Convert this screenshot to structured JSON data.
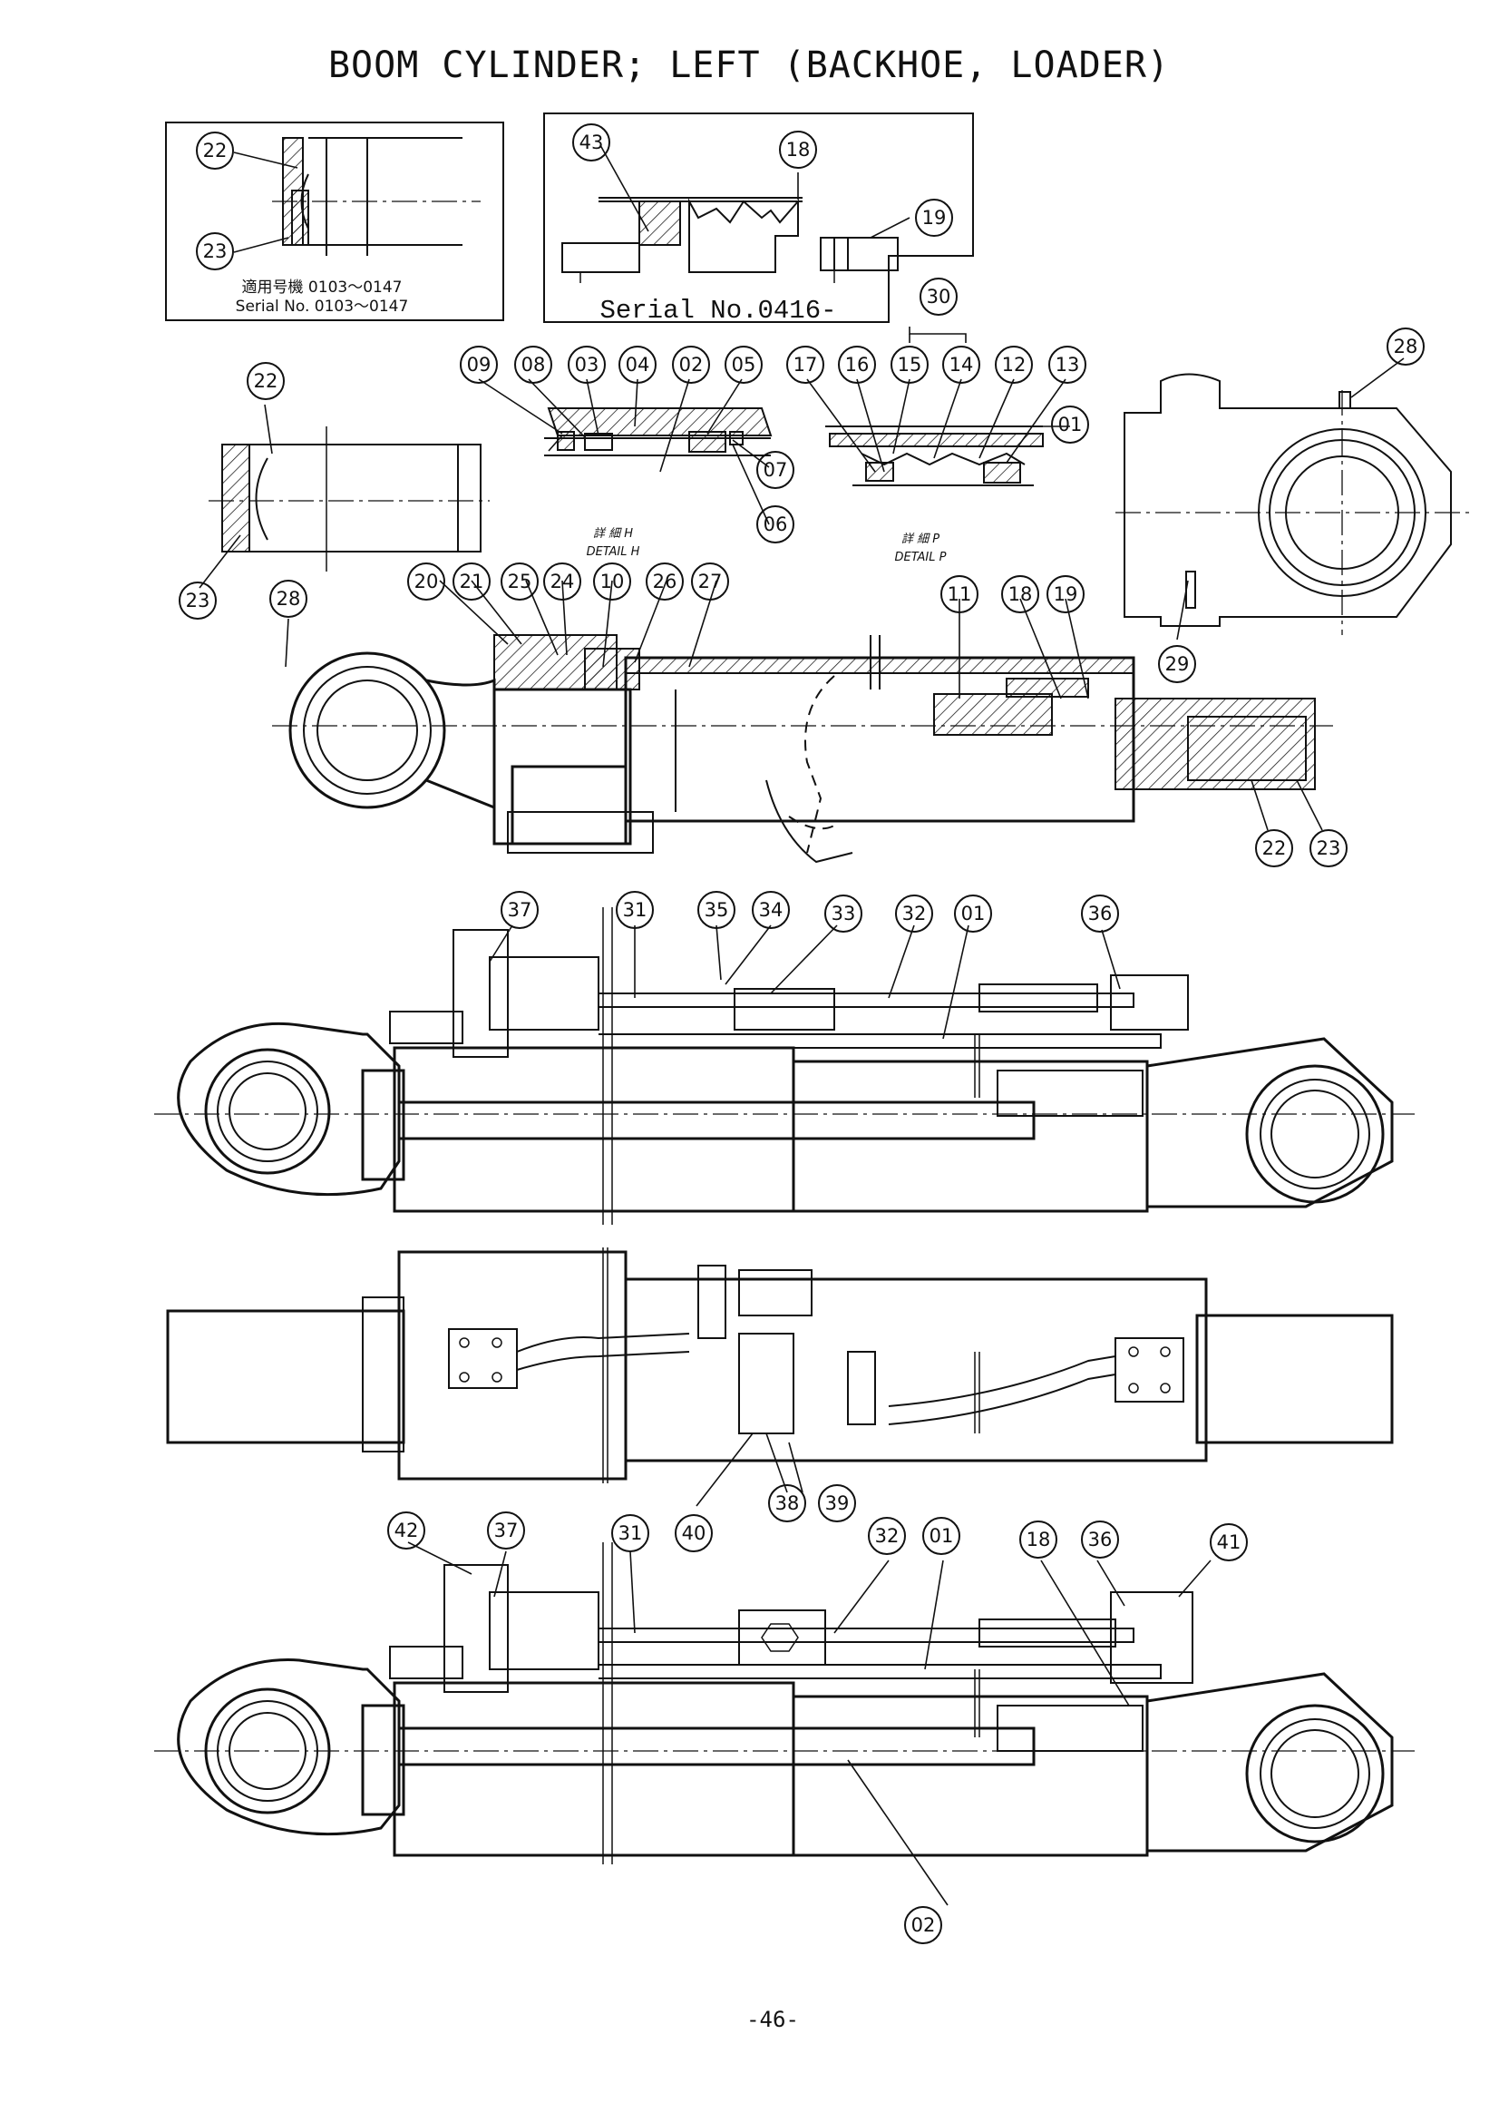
{
  "title": "BOOM CYLINDER; LEFT (BACKHOE, LOADER)",
  "inset_left": {
    "line1": "適用号機  0103～0147",
    "line2": "Serial No. 0103～0147"
  },
  "inset_right": {
    "serial": "Serial No.0416-"
  },
  "detail_h": {
    "jp": "詳 細  H",
    "en": "DETAIL  H"
  },
  "detail_p": {
    "jp": "詳 細  P",
    "en": "DETAIL  P"
  },
  "page_number": "-46-",
  "callouts": {
    "c01a": "01",
    "c01b": "01",
    "c01c": "01",
    "c02a": "02",
    "c02b": "02",
    "c03": "03",
    "c04": "04",
    "c05": "05",
    "c06": "06",
    "c07": "07",
    "c08": "08",
    "c09": "09",
    "c10": "10",
    "c11": "11",
    "c12": "12",
    "c13": "13",
    "c14": "14",
    "c15": "15",
    "c16": "16",
    "c17": "17",
    "c18a": "18",
    "c18b": "18",
    "c18c": "18",
    "c19a": "19",
    "c19b": "19",
    "c20": "20",
    "c21": "21",
    "c22a": "22",
    "c22b": "22",
    "c22c": "22",
    "c23a": "23",
    "c23b": "23",
    "c23c": "23",
    "c24": "24",
    "c25": "25",
    "c26": "26",
    "c27": "27",
    "c28a": "28",
    "c28b": "28",
    "c29": "29",
    "c30": "30",
    "c31a": "31",
    "c31b": "31",
    "c32a": "32",
    "c32b": "32",
    "c33": "33",
    "c34": "34",
    "c35": "35",
    "c36a": "36",
    "c36b": "36",
    "c37a": "37",
    "c37b": "37",
    "c38": "38",
    "c39": "39",
    "c40": "40",
    "c41": "41",
    "c42": "42",
    "c43": "43"
  }
}
